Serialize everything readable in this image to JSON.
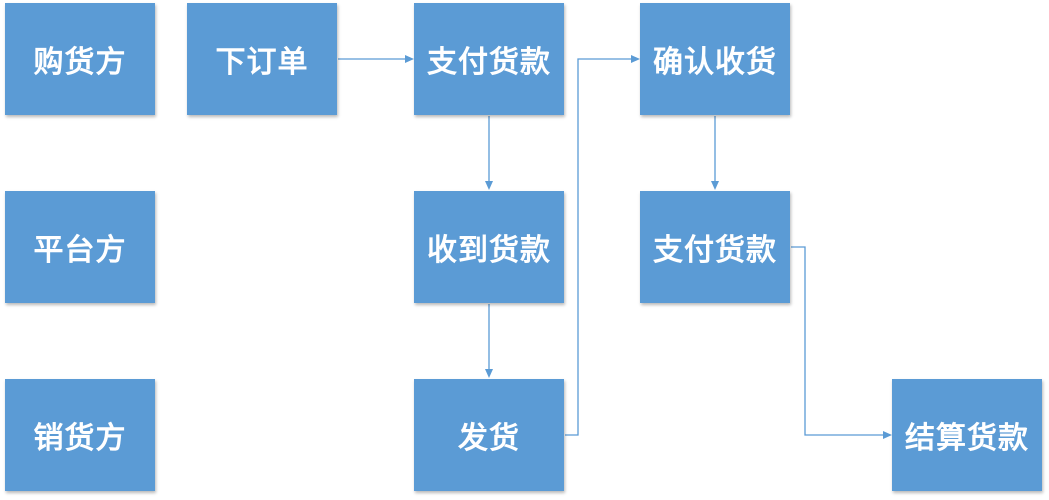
{
  "colors": {
    "box_fill": "#5b9bd5",
    "connector": "#5b9bd5",
    "label_text": "#ffffff"
  },
  "roles": {
    "buyer": "购货方",
    "platform": "平台方",
    "seller": "销货方"
  },
  "steps": {
    "place_order": "下订单",
    "buyer_pay": "支付货款",
    "confirm_receipt": "确认收货",
    "platform_receive": "收到货款",
    "platform_pay": "支付货款",
    "ship": "发货",
    "settle": "结算货款"
  }
}
